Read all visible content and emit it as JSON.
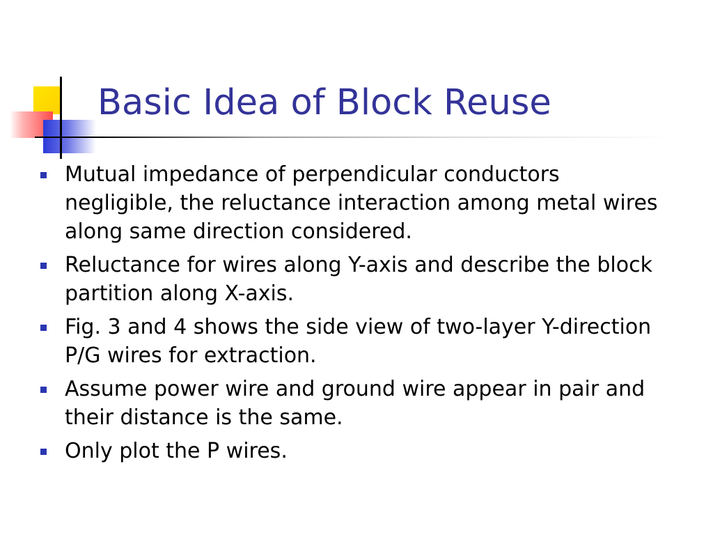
{
  "slide": {
    "title": "Basic Idea of Block Reuse",
    "bullets": [
      "Mutual impedance of perpendicular conductors negligible, the reluctance interaction among metal wires along same direction considered.",
      "Reluctance for wires along Y-axis and describe the block partition along X-axis.",
      "Fig. 3 and 4 shows the side view of two-layer Y-direction P/G wires for extraction.",
      "Assume power wire and ground wire appear in pair and their distance is the same.",
      "Only plot the P wires."
    ],
    "bullet_icon": "square-bullet-icon"
  },
  "colors": {
    "title": "#333399",
    "bullet_marker": "#2a36b0",
    "body_text": "#000000",
    "accent_yellow": "#ffd000",
    "accent_red": "#ff4a4a",
    "accent_blue": "#2c3bd8"
  }
}
